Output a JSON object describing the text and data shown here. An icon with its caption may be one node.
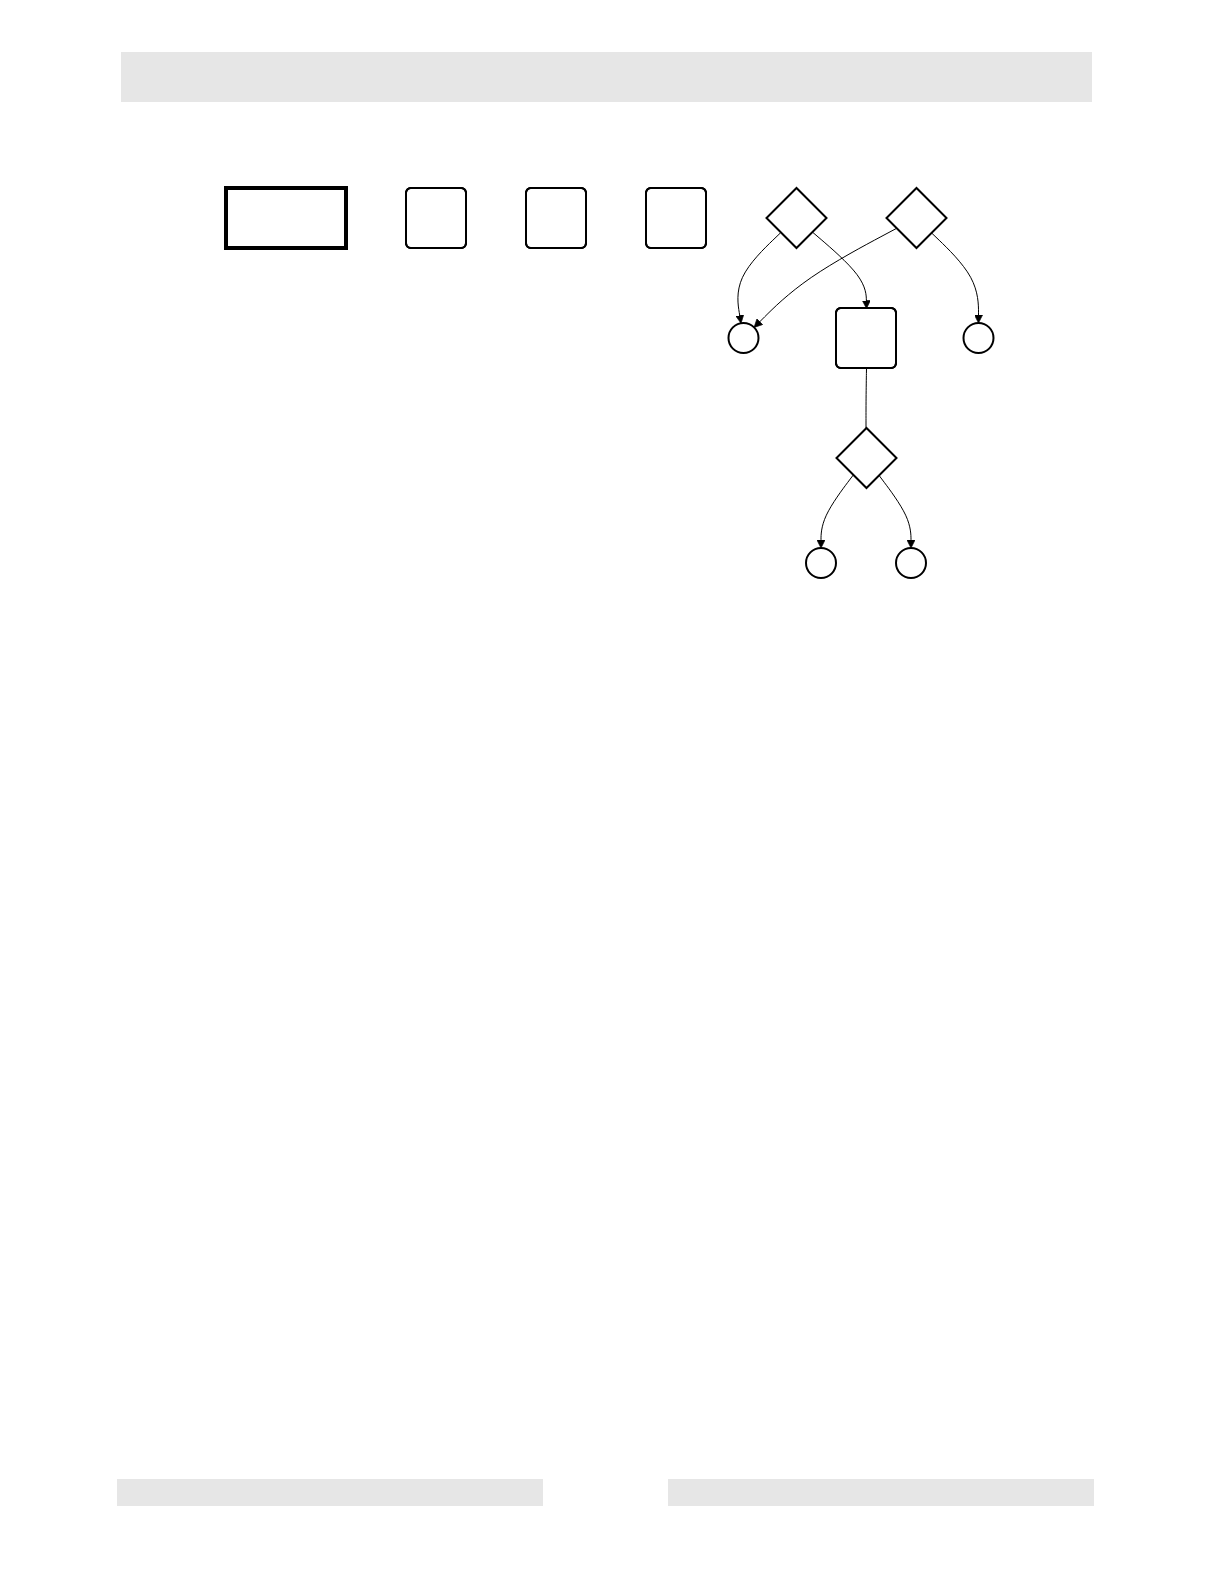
{
  "diagram": {
    "nodes": [
      {
        "text": [],
        "shape": "box"
      },
      {
        "text": [],
        "shape": "box"
      },
      {
        "text": [],
        "shape": "box"
      },
      {
        "text": [],
        "shape": "box"
      },
      {
        "text": [],
        "shape": "diamond"
      },
      {
        "text": [],
        "shape": "circle"
      },
      {
        "text": [],
        "shape": "diamond"
      },
      {
        "text": [],
        "shape": "box"
      },
      {
        "text": [],
        "shape": "circle"
      },
      {
        "text": [],
        "shape": "diamond"
      },
      {
        "text": [],
        "shape": "circle"
      },
      {
        "text": [],
        "shape": "circle"
      }
    ],
    "edges": [
      {
        "from": 4,
        "to": 5,
        "arrow": "to"
      },
      {
        "from": 6,
        "to": 5,
        "arrow": "to"
      },
      {
        "from": 4,
        "to": 7,
        "arrow": "to"
      },
      {
        "from": 6,
        "to": 8,
        "arrow": "to"
      },
      {
        "from": 7,
        "to": 9,
        "arrow": "none"
      },
      {
        "from": 9,
        "to": 10,
        "arrow": "to"
      },
      {
        "from": 9,
        "to": 11,
        "arrow": "to"
      }
    ]
  }
}
